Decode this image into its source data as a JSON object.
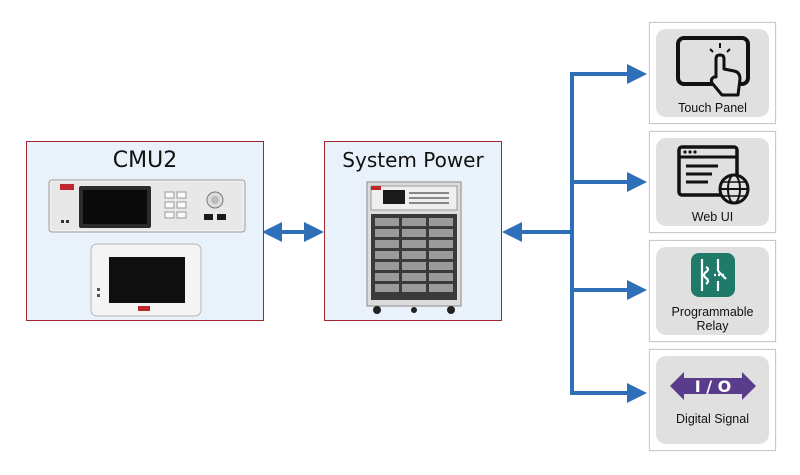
{
  "blocks": {
    "cmu2": {
      "title": "CMU2"
    },
    "system_power": {
      "title": "System Power"
    }
  },
  "outputs": [
    {
      "label": "Touch Panel",
      "icon": "touch-panel-icon"
    },
    {
      "label": "Web UI",
      "icon": "web-ui-icon"
    },
    {
      "label_line1": "Programmable",
      "label_line2": "Relay",
      "icon": "relay-icon"
    },
    {
      "label": "Digital Signal",
      "icon": "io-icon",
      "icon_text": "I / O"
    }
  ],
  "colors": {
    "arrow": "#2f6fb8",
    "block_border": "#a0272d",
    "block_fill": "#e9f2fa",
    "relay_icon_bg": "#1f7a6a",
    "io_icon": "#5a3c8c"
  }
}
